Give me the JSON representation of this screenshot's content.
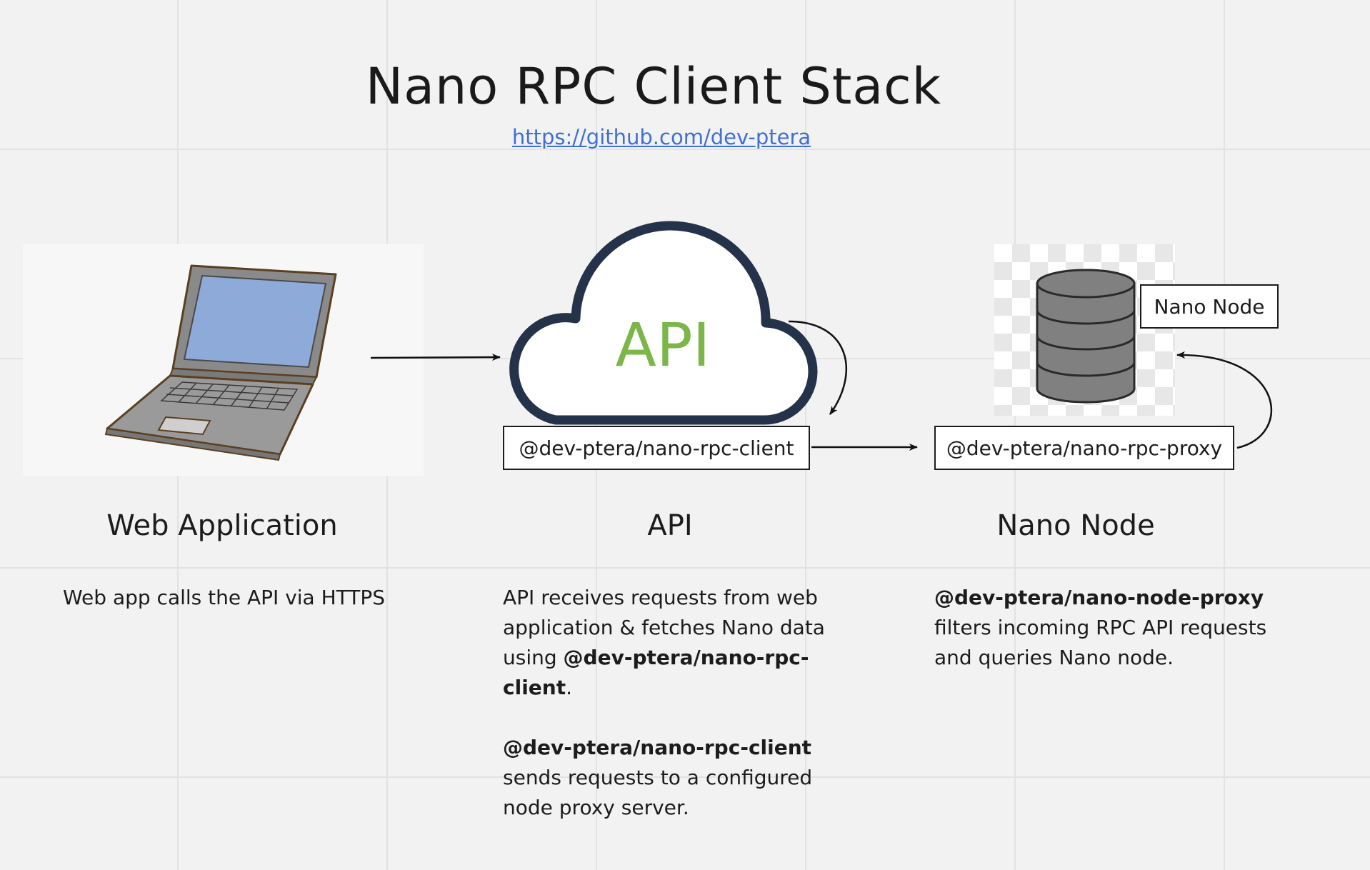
{
  "title": "Nano RPC Client Stack",
  "link": "https://github.com/dev-ptera",
  "cloud_label": "API",
  "boxes": {
    "client": "@dev-ptera/nano-rpc-client",
    "proxy": "@dev-ptera/nano-rpc-proxy",
    "node": "Nano Node"
  },
  "columns": {
    "web": {
      "heading": "Web Application",
      "desc": "Web app calls the API via HTTPS"
    },
    "api": {
      "heading": "API",
      "p1_a": "API receives requests from web application & fetches Nano data using ",
      "p1_bold": "@dev-ptera/nano-rpc-client",
      "p1_end": ".",
      "p2_bold": "@dev-ptera/nano-rpc-client",
      "p2_rest": " sends requests to a configured node proxy server."
    },
    "node": {
      "heading": "Nano Node",
      "bold": "@dev-ptera/nano-node-proxy",
      "rest": " filters incoming RPC API requests and queries Nano node."
    }
  },
  "colors": {
    "link": "#3f6fd8",
    "cloud_outline": "#24324a",
    "api_text": "#7ab648",
    "screen": "#8eaad8",
    "database": "#808080"
  },
  "icons": [
    "laptop-icon",
    "cloud-icon",
    "database-icon"
  ]
}
